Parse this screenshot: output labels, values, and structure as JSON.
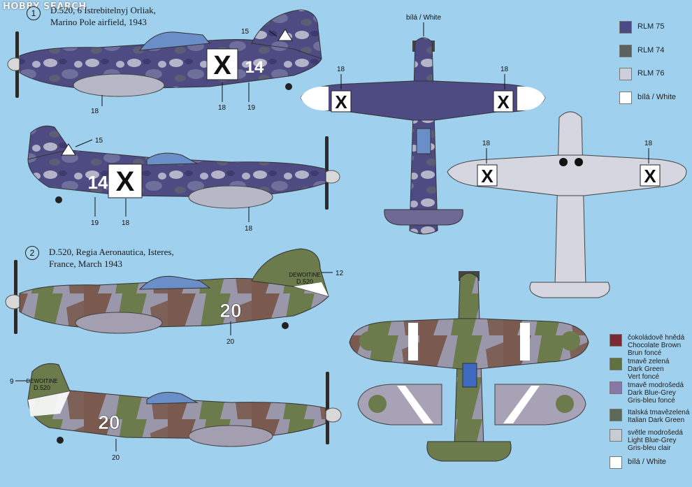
{
  "watermark": "HOBBY SEARCH",
  "view1": {
    "number": "1",
    "caption_line1": "D.520, 6 Istrebitelnyj Orliak,",
    "caption_line2": "Marino Pole airfield, 1943",
    "codes": {
      "cross": "X",
      "number": "14"
    },
    "callouts": {
      "c15": "15",
      "c18": "18",
      "c19": "19"
    },
    "top_label": "bílá / White"
  },
  "view2": {
    "number": "2",
    "caption_line1": "D.520, Regia Aeronautica, Isteres,",
    "caption_line2": "France, March 1943",
    "codes": {
      "number": "20",
      "tail_type": "D.520",
      "tail_small": "DEWOITINE"
    },
    "callouts": {
      "c12": "12",
      "c20": "20",
      "c9": "9"
    }
  },
  "legend_top": [
    {
      "label": "RLM 75",
      "color": "#4a4a86"
    },
    {
      "label": "RLM 74",
      "color": "#5a615e"
    },
    {
      "label": "RLM 76",
      "color": "#cdd0db"
    },
    {
      "label": "bílá / White",
      "color": "#ffffff"
    }
  ],
  "legend_bottom": [
    {
      "lines": [
        "čokoládově hnědá",
        "Chocolate Brown",
        "Brun foncé"
      ],
      "color": "#7a2a33"
    },
    {
      "lines": [
        "tmavě zelená",
        "Dark Green",
        "Vert foncé"
      ],
      "color": "#5e7240"
    },
    {
      "lines": [
        "tmavě modrošedá",
        "Dark Blue-Grey",
        "Gris-bleu foncé"
      ],
      "color": "#8878a8"
    },
    {
      "lines": [
        "Italská tmavězelená",
        "Italian Dark Green"
      ],
      "color": "#5d6a5a"
    },
    {
      "lines": [
        "světle modrošedá",
        "Light Blue-Grey",
        "Gris-bleu clair"
      ],
      "color": "#c9ccd4"
    },
    {
      "lines": [
        "bílá / White"
      ],
      "color": "#ffffff"
    }
  ],
  "colors": {
    "background": "#9fd0ee",
    "rlm75": "#4a4a86",
    "rlm74": "#5a615e",
    "rlm76": "#cdd0db",
    "brown": "#7a5a4e",
    "green": "#6b7b4c",
    "bluegrey": "#9e9aac"
  }
}
